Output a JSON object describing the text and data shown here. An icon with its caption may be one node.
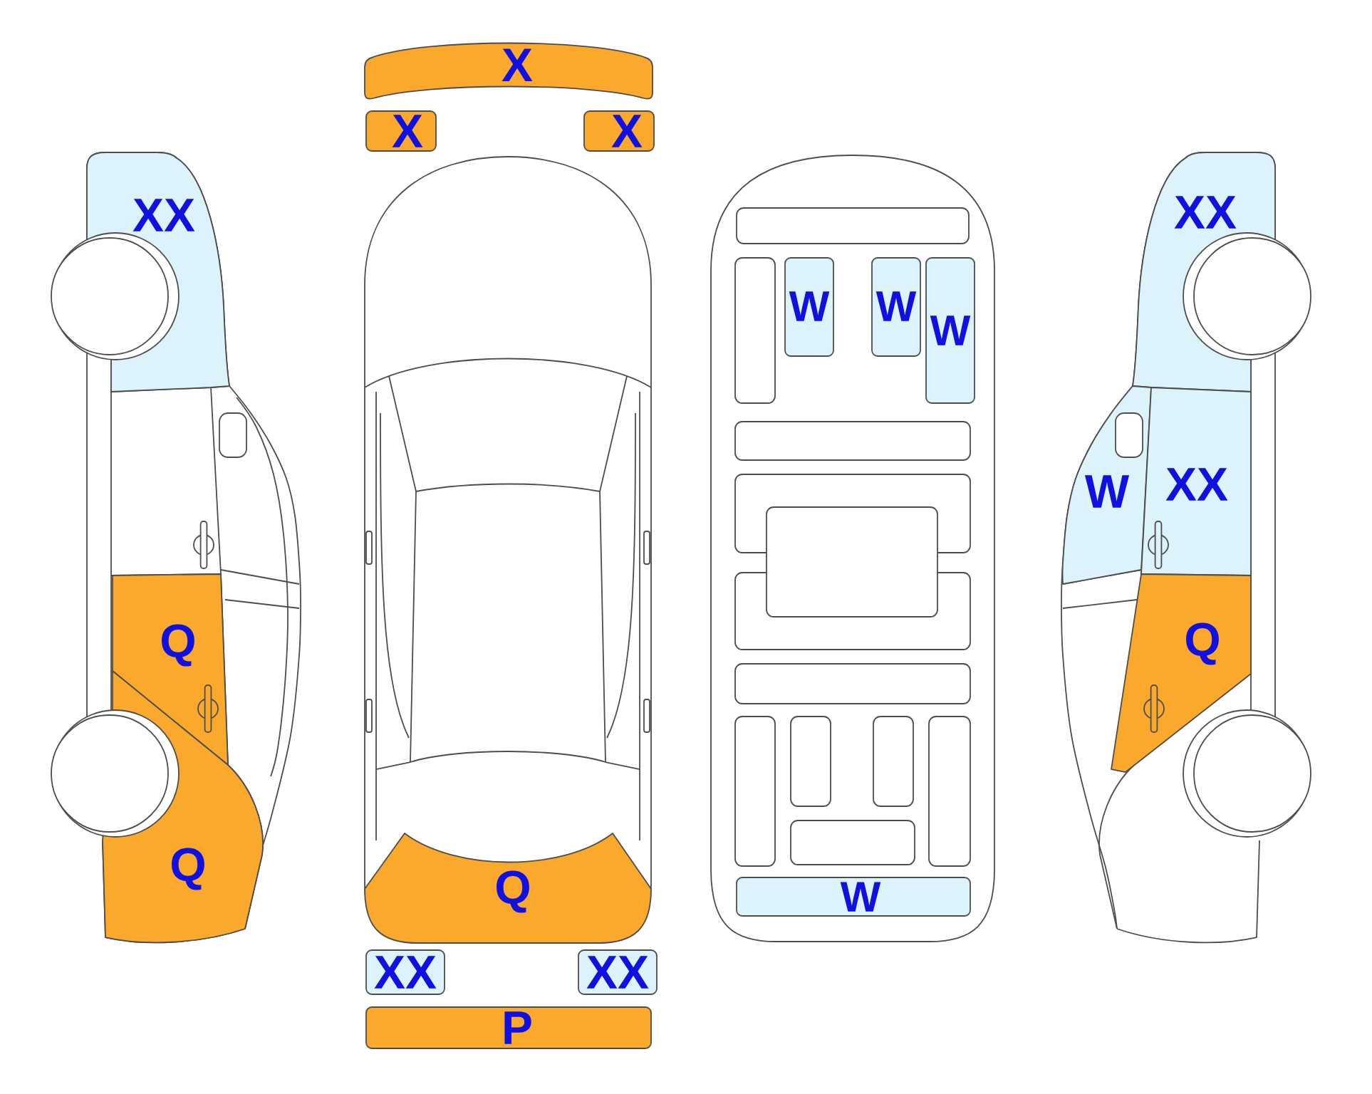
{
  "diagram": {
    "nodes": [
      {
        "text": [
          "X"
        ]
      },
      {
        "text": [
          "X"
        ]
      },
      {
        "text": [
          "X"
        ]
      },
      {
        "text": [
          "XX"
        ]
      },
      {
        "text": [
          "XX"
        ]
      },
      {
        "text": [
          "W"
        ]
      },
      {
        "text": [
          "W"
        ]
      },
      {
        "text": [
          "W"
        ]
      },
      {
        "text": [
          "W"
        ]
      },
      {
        "text": [
          "XX"
        ]
      },
      {
        "text": [
          "Q"
        ]
      },
      {
        "text": [
          "Q"
        ]
      },
      {
        "text": [
          "Q"
        ]
      },
      {
        "text": [
          "Q"
        ]
      },
      {
        "text": [
          "W"
        ]
      },
      {
        "text": [
          "XX"
        ]
      },
      {
        "text": [
          "XX"
        ]
      },
      {
        "text": [
          "P"
        ]
      }
    ]
  }
}
